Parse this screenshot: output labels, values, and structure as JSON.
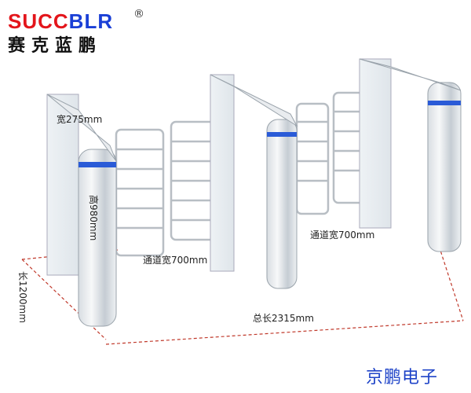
{
  "logo": {
    "latin_red": "SUCC",
    "latin_blue": "BLR",
    "registered": "®",
    "chinese": "赛克蓝鹏"
  },
  "dimensions": {
    "width": "宽275mm",
    "height": "高980mm",
    "channel_left": "通道宽700mm",
    "channel_right": "通道宽700mm",
    "length": "长1200mm",
    "total_length": "总长2315mm"
  },
  "brand": "京鹏电子",
  "colors": {
    "dash": "#c0392b",
    "accent_ring": "#2a5bd7",
    "brand": "#1f44c8",
    "logo_red": "#e3151b",
    "logo_blue": "#1a3fd6"
  }
}
